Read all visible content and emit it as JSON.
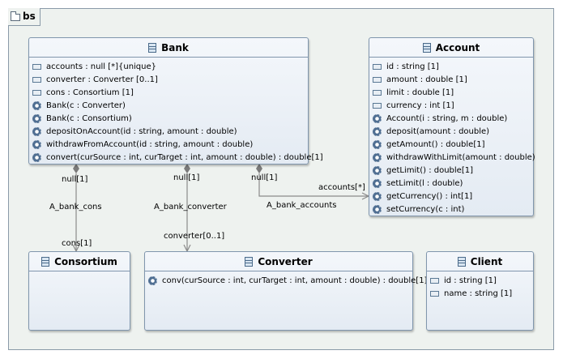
{
  "package": {
    "name": "bs"
  },
  "classes": {
    "bank": {
      "name": "Bank",
      "attributes": [
        "accounts : null [*]{unique}",
        "converter : Converter [0..1]",
        "cons : Consortium [1]"
      ],
      "operations": [
        "Bank(c : Converter)",
        "Bank(c : Consortium)",
        "depositOnAccount(id : string, amount : double)",
        "withdrawFromAccount(id : string, amount : double)",
        "convert(curSource : int, curTarget : int, amount : double) : double[1]"
      ]
    },
    "account": {
      "name": "Account",
      "attributes": [
        "id : string [1]",
        "amount : double [1]",
        "limit : double [1]",
        "currency : int [1]"
      ],
      "operations": [
        "Account(i : string, m : double)",
        "deposit(amount : double)",
        "getAmount() : double[1]",
        "withdrawWithLimit(amount : double)",
        "getLimit() : double[1]",
        "setLimit(l : double)",
        "getCurrency() : int[1]",
        "setCurrency(c : int)"
      ]
    },
    "consortium": {
      "name": "Consortium",
      "attributes": [],
      "operations": []
    },
    "converter": {
      "name": "Converter",
      "attributes": [],
      "operations": [
        "conv(curSource : int, curTarget : int, amount : double) : double[1]"
      ]
    },
    "client": {
      "name": "Client",
      "attributes": [
        "id : string [1]",
        "name : string [1]"
      ],
      "operations": []
    }
  },
  "associations": {
    "bank_cons": {
      "name": "A_bank_cons",
      "source_mult": "null[1]",
      "target_role": "cons[1]"
    },
    "bank_converter": {
      "name": "A_bank_converter",
      "source_mult": "null[1]",
      "target_role": "converter[0..1]"
    },
    "bank_accounts": {
      "name": "A_bank_accounts",
      "source_mult": "null[1]",
      "target_role": "accounts[*]"
    }
  }
}
